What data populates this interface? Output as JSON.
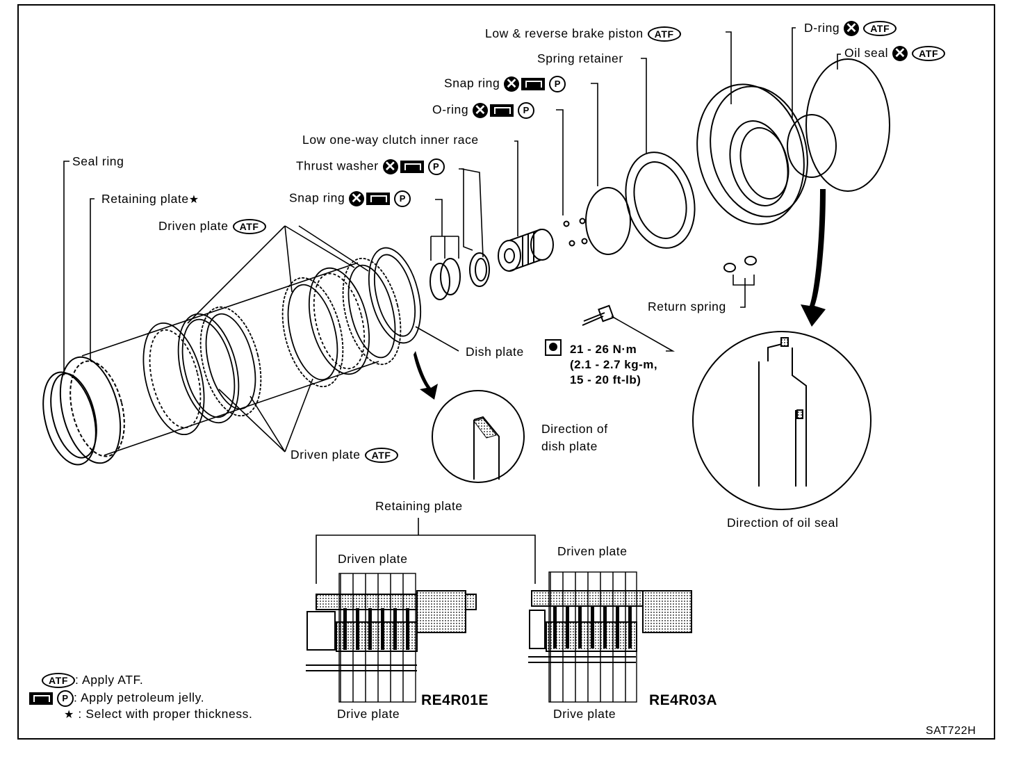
{
  "labels": {
    "low_reverse_piston": "Low & reverse brake piston",
    "spring_retainer": "Spring retainer",
    "d_ring": "D-ring",
    "oil_seal": "Oil seal",
    "snap_ring_top": "Snap ring",
    "o_ring": "O-ring",
    "low_one_way_clutch": "Low one-way clutch inner race",
    "thrust_washer": "Thrust washer",
    "snap_ring_mid": "Snap ring",
    "seal_ring": "Seal ring",
    "retaining_plate": "Retaining plate",
    "driven_plate_top": "Driven plate",
    "driven_plate_bottom": "Driven plate",
    "dish_plate": "Dish plate",
    "return_spring": "Return spring",
    "direction_dish_plate": "Direction of\ndish plate",
    "direction_oil_seal": "Direction of oil seal",
    "retaining_plate_bottom": "Retaining plate",
    "driven_plate_left": "Driven plate",
    "driven_plate_right": "Driven plate",
    "drive_plate_left": "Drive plate",
    "drive_plate_right": "Drive plate",
    "model_left": "RE4R01E",
    "model_right": "RE4R03A",
    "figure_code": "SAT722H"
  },
  "torque": {
    "line1": "21 - 26 N·m",
    "line2": "(2.1 - 2.7 kg-m,",
    "line3": "15 - 20 ft-lb)"
  },
  "symbols": {
    "atf": "ATF",
    "p": "P",
    "x": "✕",
    "star": "★"
  },
  "legend": {
    "atf_text": ": Apply ATF.",
    "jelly_text": ": Apply petroleum jelly.",
    "star_text": ": Select with proper thickness."
  }
}
